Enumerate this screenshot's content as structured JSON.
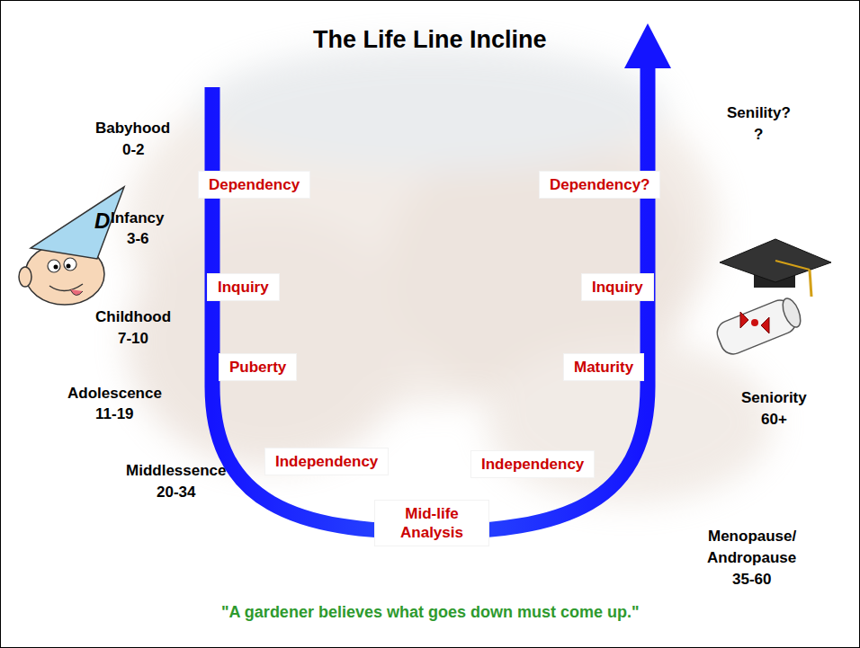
{
  "diagram": {
    "title": "The Life Line Incline",
    "caption": "\"A gardener believes what goes down must come up.\"",
    "nodes": [
      {
        "text": [
          "Dependency"
        ]
      },
      {
        "text": [
          "Inquiry"
        ]
      },
      {
        "text": [
          "Puberty"
        ]
      },
      {
        "text": [
          "Independency"
        ]
      },
      {
        "text": [
          "Mid-life Analysis"
        ]
      },
      {
        "text": [
          "Independency"
        ]
      },
      {
        "text": [
          "Maturity"
        ]
      },
      {
        "text": [
          "Inquiry"
        ]
      },
      {
        "text": [
          "Dependency?"
        ]
      }
    ],
    "labels": [
      "Babyhood",
      "0-2",
      "Infancy",
      "3-6",
      "Childhood",
      "7-10",
      "Adolescence",
      "11-19",
      "Middlessence",
      "20-34",
      "Menopause/",
      "Andropause",
      "35-60",
      "Seniority",
      "60+",
      "Senility?",
      "?",
      "D"
    ]
  }
}
